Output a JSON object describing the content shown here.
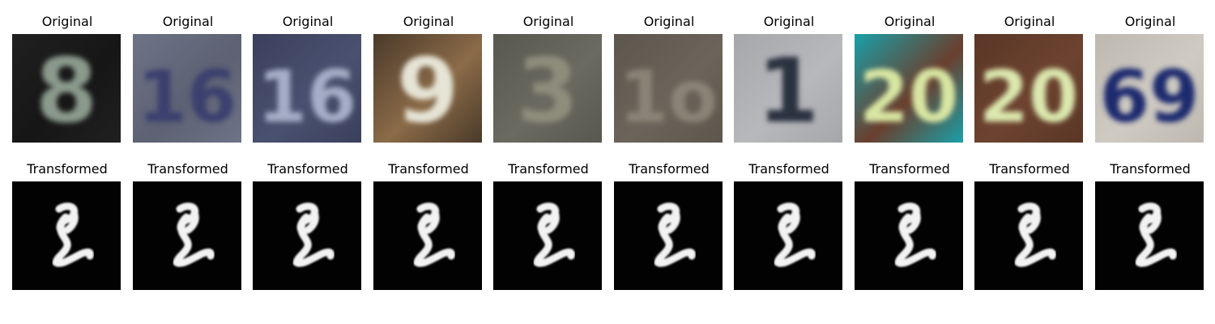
{
  "figure": {
    "original_label": "Original",
    "transformed_label": "Transformed",
    "columns": [
      {
        "original": {
          "bg": "#161616",
          "digit": "8",
          "digit_color": "#8a9a8c",
          "alt_bg": "#202020"
        },
        "transformed": {
          "digit_color": "#f2f2f2"
        }
      },
      {
        "original": {
          "bg": "#5d6173",
          "digit": "16",
          "digit_color": "#3a3f6e",
          "alt_bg": "#6f7387"
        },
        "transformed": {
          "digit_color": "#f2f2f2"
        }
      },
      {
        "original": {
          "bg": "#4a5170",
          "digit": "16",
          "digit_color": "#a6adc7",
          "alt_bg": "#3a405c"
        },
        "transformed": {
          "digit_color": "#f2f2f2"
        }
      },
      {
        "original": {
          "bg": "#8b6b48",
          "digit": "9",
          "digit_color": "#e6e4d6",
          "alt_bg": "#4a3a2a"
        },
        "transformed": {
          "digit_color": "#f2f2f2"
        }
      },
      {
        "original": {
          "bg": "#6a6a60",
          "digit": "3",
          "digit_color": "#8e8c7a",
          "alt_bg": "#585850"
        },
        "transformed": {
          "digit_color": "#f2f2f2"
        }
      },
      {
        "original": {
          "bg": "#6c645a",
          "digit": "1o",
          "digit_color": "#8b8376",
          "alt_bg": "#5d564d"
        },
        "transformed": {
          "digit_color": "#f2f2f2"
        }
      },
      {
        "original": {
          "bg": "#b7b8bc",
          "digit": "1",
          "digit_color": "#2a3040",
          "alt_bg": "#a6a7ab"
        },
        "transformed": {
          "digit_color": "#f2f2f2"
        }
      },
      {
        "original": {
          "bg": "#6a3f2e",
          "digit": "20",
          "digit_color": "#d8e6a2",
          "alt_bg": "#1aa0a8"
        },
        "transformed": {
          "digit_color": "#f2f2f2"
        }
      },
      {
        "original": {
          "bg": "#6d4330",
          "digit": "20",
          "digit_color": "#dbe8ae",
          "alt_bg": "#5a3626"
        },
        "transformed": {
          "digit_color": "#f2f2f2"
        }
      },
      {
        "original": {
          "bg": "#cfcac2",
          "digit": "69",
          "digit_color": "#1f2a6e",
          "alt_bg": "#bdb8b0"
        },
        "transformed": {
          "digit_color": "#f2f2f2"
        }
      }
    ]
  }
}
